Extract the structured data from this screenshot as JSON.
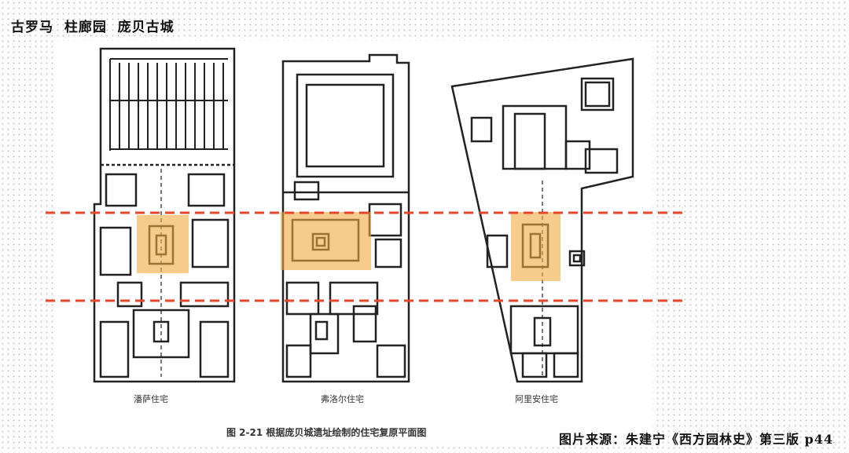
{
  "title": "古罗马  柱廊园  庞贝古城",
  "plans": [
    {
      "label": "潘萨住宅"
    },
    {
      "label": "弗洛尔住宅"
    },
    {
      "label": "阿里安住宅"
    }
  ],
  "figure_caption": "图 2-21   根据庞贝城遗址绘制的住宅复原平面图",
  "source": "图片来源：朱建宁《西方园林史》第三版  p44",
  "colors": {
    "guide_line": "#e8462a",
    "highlight": "#f2a93b",
    "wall": "#222222"
  }
}
